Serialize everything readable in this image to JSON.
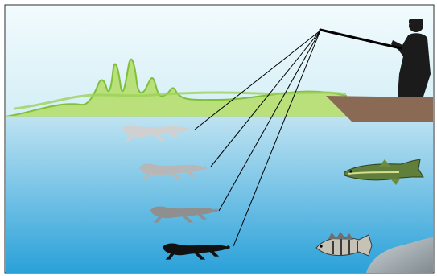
{
  "scene": {
    "sky_top": "#f2fbfd",
    "sky_bottom": "#d3eef6",
    "water_top": "#bfe3f2",
    "water_bottom": "#2aa1d9",
    "land": "#b9e07a",
    "land_stroke": "#7fbf3a",
    "boat": "#8a6a55",
    "rod_line": "#000000",
    "angler": "#1b1b1b"
  },
  "lures": [
    {
      "name": "lure-position-1",
      "shade": "#d0d0d0"
    },
    {
      "name": "lure-position-2",
      "shade": "#b7b7b7"
    },
    {
      "name": "lure-position-3",
      "shade": "#8f8f8f"
    },
    {
      "name": "lure-position-4",
      "shade": "#111111"
    }
  ],
  "fish": [
    {
      "name": "pike",
      "color": "#5f7f3a"
    },
    {
      "name": "perch",
      "color": "#c7c2b6"
    }
  ]
}
